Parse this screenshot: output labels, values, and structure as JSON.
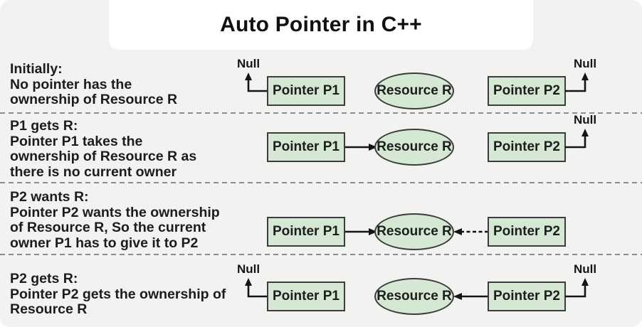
{
  "title": "Auto Pointer in C++",
  "labels": {
    "pointer_p1": "Pointer P1",
    "pointer_p2": "Pointer P2",
    "resource": "Resource R",
    "null": "Null"
  },
  "colors": {
    "background": "#f2f2f0",
    "title_card": "#ffffff",
    "node_fill": "#d5e8d4",
    "node_border": "#3c3c3c",
    "arrow": "#141414",
    "separator": "#8c8c8c",
    "text": "#1c1c1c"
  },
  "rows": [
    {
      "step": "initially",
      "text": "Initially:\nNo pointer has the\nownership of Resource R",
      "edges": [
        {
          "from": "pointer_p1",
          "to": "null",
          "style": "solid-elbow-up"
        },
        {
          "from": "pointer_p2",
          "to": "null",
          "style": "solid-elbow-up"
        }
      ]
    },
    {
      "step": "p1-gets-r",
      "text": "P1 gets R:\nPointer P1 takes the\nownership of Resource R as\nthere is no current owner",
      "edges": [
        {
          "from": "pointer_p1",
          "to": "resource",
          "style": "solid"
        },
        {
          "from": "pointer_p2",
          "to": "null",
          "style": "solid-elbow-up"
        }
      ]
    },
    {
      "step": "p2-wants-r",
      "text": "P2 wants R:\nPointer P2 wants the ownership\nof Resource R, So the current\nowner P1 has to give it to P2",
      "edges": [
        {
          "from": "pointer_p1",
          "to": "resource",
          "style": "solid"
        },
        {
          "from": "pointer_p2",
          "to": "resource",
          "style": "dashed"
        }
      ]
    },
    {
      "step": "p2-gets-r",
      "text": "P2 gets R:\nPointer P2 gets the ownership of\nResource R",
      "edges": [
        {
          "from": "pointer_p1",
          "to": "null",
          "style": "solid-elbow-up"
        },
        {
          "from": "pointer_p2",
          "to": "resource",
          "style": "solid"
        },
        {
          "from": "pointer_p2",
          "to": "null",
          "style": "solid-elbow-up"
        }
      ]
    }
  ]
}
